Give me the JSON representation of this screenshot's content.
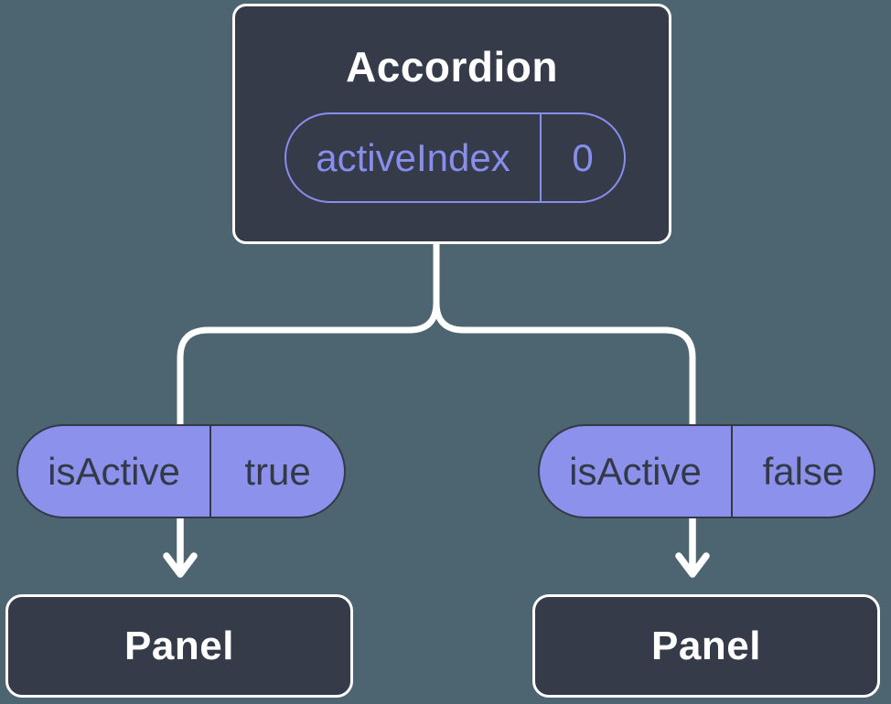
{
  "colors": {
    "background": "#4d6570",
    "node_fill": "#353b48",
    "node_border": "#ffffff",
    "pill_fill": "#8c92ec",
    "pill_dark": "#333947",
    "accent_purple": "#878eec",
    "connector": "#ffffff",
    "title_text": "#ffffff"
  },
  "diagram": {
    "root_node": {
      "title": "Accordion",
      "state_pill": {
        "name": "activeIndex",
        "value": "0"
      }
    },
    "left_branch": {
      "prop_pill": {
        "name": "isActive",
        "value": "true"
      },
      "child_node": {
        "title": "Panel"
      }
    },
    "right_branch": {
      "prop_pill": {
        "name": "isActive",
        "value": "false"
      },
      "child_node": {
        "title": "Panel"
      }
    }
  }
}
